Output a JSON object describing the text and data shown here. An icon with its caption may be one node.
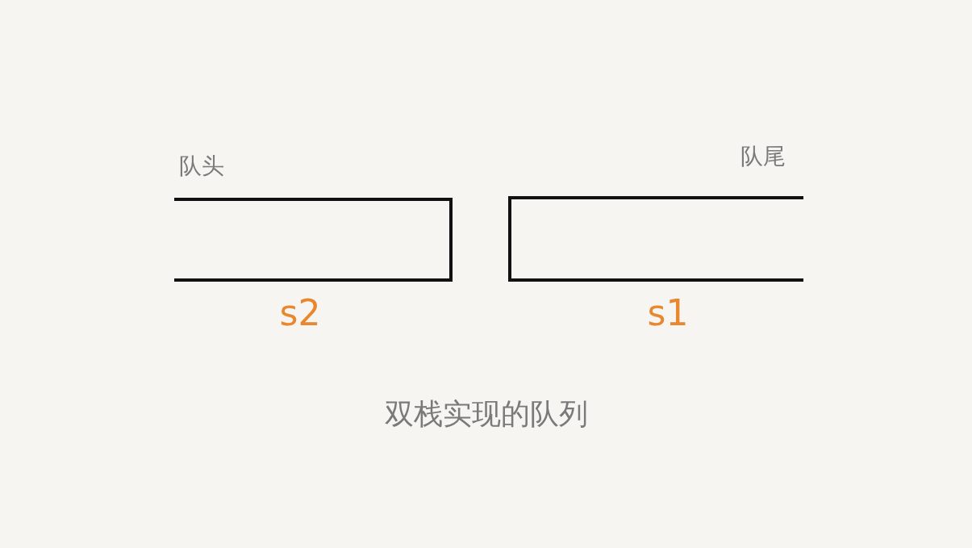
{
  "diagram": {
    "caption": "双栈实现的队列",
    "nodes": [
      {
        "text": [],
        "shape": "box",
        "beside": [
          "s2"
        ]
      },
      {
        "text": [],
        "shape": "box",
        "beside": [
          "s1"
        ]
      }
    ],
    "labels": [
      "队头",
      "队尾"
    ]
  }
}
